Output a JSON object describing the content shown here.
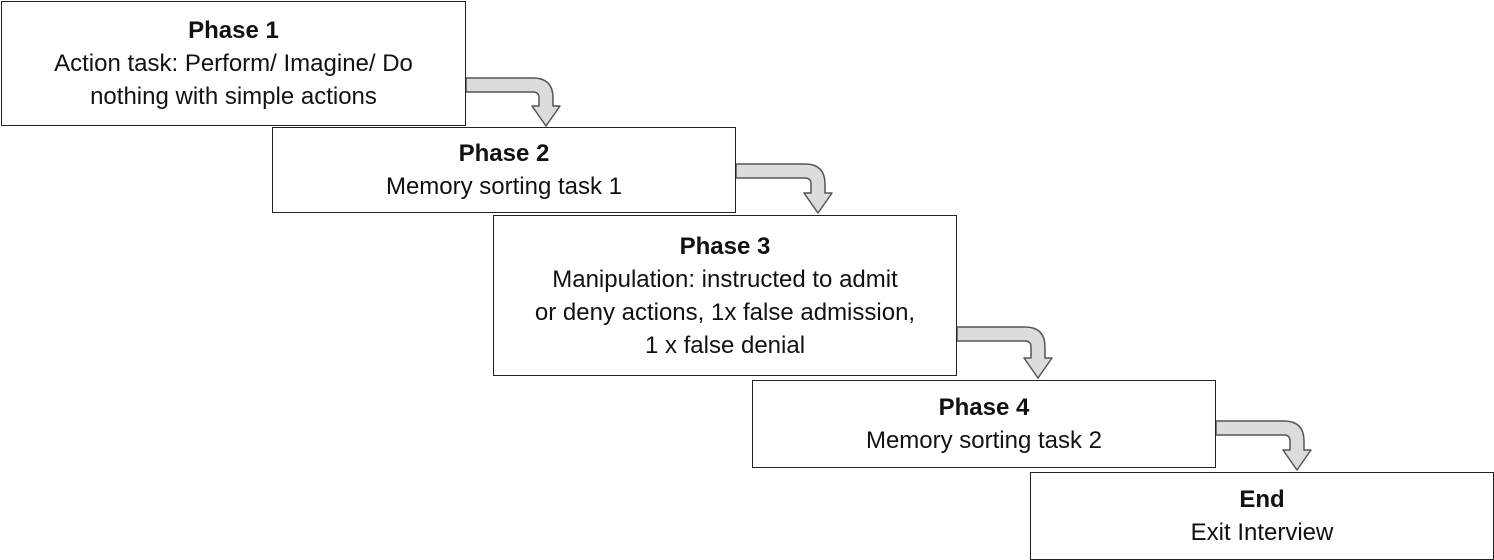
{
  "phases": [
    {
      "title": "Phase 1",
      "lines": [
        "Action task: Perform/ Imagine/ Do",
        "nothing with simple actions"
      ]
    },
    {
      "title": "Phase 2",
      "lines": [
        "Memory sorting task 1"
      ]
    },
    {
      "title": "Phase 3",
      "lines": [
        "Manipulation: instructed to admit",
        "or deny actions, 1x false admission,",
        "1 x false denial"
      ]
    },
    {
      "title": "Phase 4",
      "lines": [
        "Memory sorting task 2"
      ]
    },
    {
      "title": "End",
      "lines": [
        "Exit Interview"
      ]
    }
  ],
  "colors": {
    "border": "#222222",
    "arrow_fill": "#dcdcdc",
    "arrow_stroke": "#555555"
  }
}
